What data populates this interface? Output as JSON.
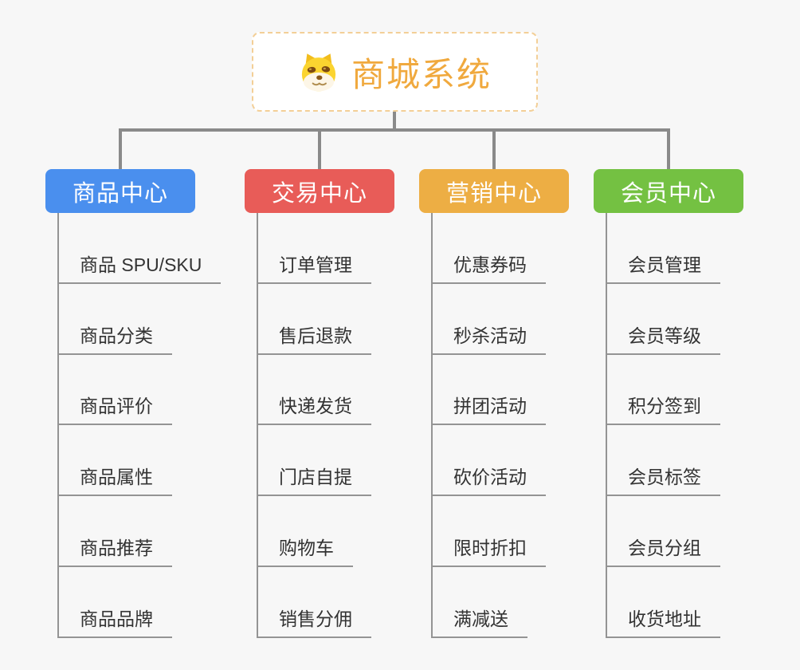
{
  "root": {
    "title": "商城系统",
    "icon": "doge-face-icon"
  },
  "theme": {
    "background": "#f7f7f7",
    "root_title_color": "#f0a93e",
    "root_border_color": "#f3cf97",
    "connector_color": "#8a8a8a",
    "leaf_line_color": "#949494",
    "leaf_text_color": "#333333",
    "branch_text_color": "#ffffff"
  },
  "branches": [
    {
      "label": "商品中心",
      "color": "#4a8fee",
      "children": [
        "商品 SPU/SKU",
        "商品分类",
        "商品评价",
        "商品属性",
        "商品推荐",
        "商品品牌"
      ]
    },
    {
      "label": "交易中心",
      "color": "#e85c58",
      "children": [
        "订单管理",
        "售后退款",
        "快递发货",
        "门店自提",
        "购物车",
        "销售分佣"
      ]
    },
    {
      "label": "营销中心",
      "color": "#edae44",
      "children": [
        "优惠券码",
        "秒杀活动",
        "拼团活动",
        "砍价活动",
        "限时折扣",
        "满减送"
      ]
    },
    {
      "label": "会员中心",
      "color": "#74c142",
      "children": [
        "会员管理",
        "会员等级",
        "积分签到",
        "会员标签",
        "会员分组",
        "收货地址"
      ]
    }
  ]
}
